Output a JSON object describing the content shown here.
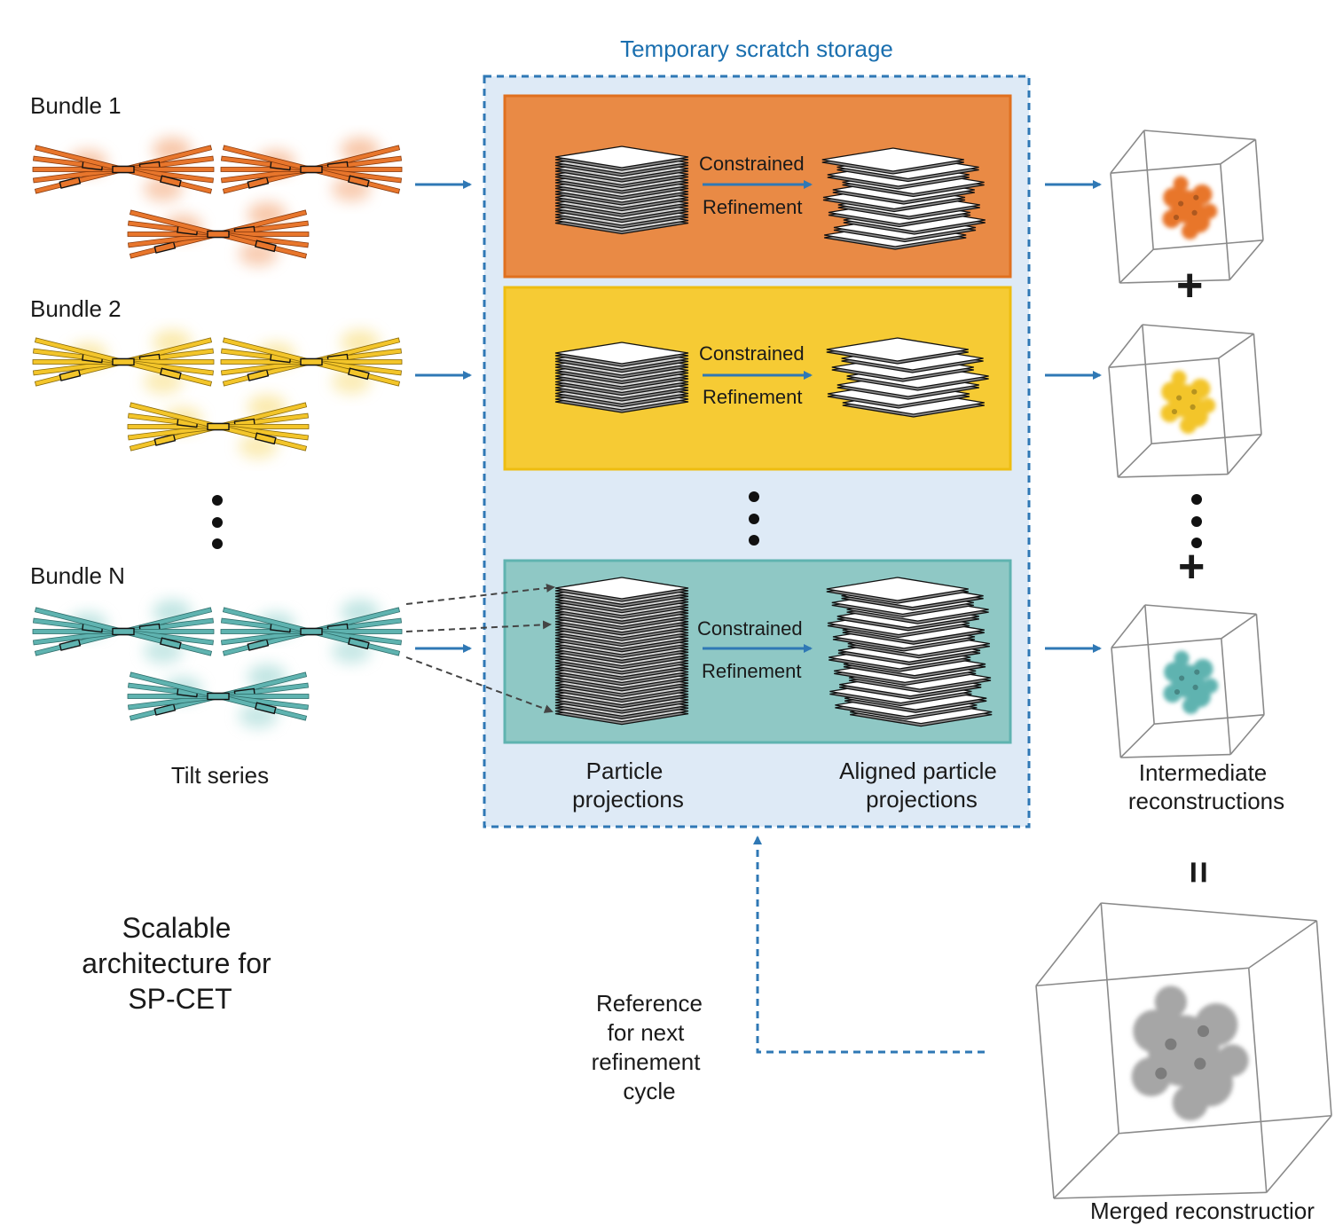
{
  "scratch_title": "Temporary scratch storage",
  "bundles": [
    {
      "label": "Bundle 1",
      "color": "#e8762c",
      "dark": "#8a3a0c",
      "glow": "#f29a63"
    },
    {
      "label": "Bundle 2",
      "color": "#f3c52a",
      "dark": "#8a6a08",
      "glow": "#f7d96b"
    },
    {
      "label": "Bundle N",
      "color": "#5fb3b0",
      "dark": "#2e6e6b",
      "glow": "#8fd0cc"
    }
  ],
  "panels": [
    {
      "fill": "#e98a45",
      "border": "#e0701f",
      "step_top": "Constrained",
      "step_bottom": "Refinement"
    },
    {
      "fill": "#f6cb34",
      "border": "#eebd10",
      "step_top": "Constrained",
      "step_bottom": "Refinement"
    },
    {
      "fill": "#8fc8c5",
      "border": "#5fb3b0",
      "step_top": "Constrained",
      "step_bottom": "Refinement"
    }
  ],
  "labels": {
    "tilt_series": "Tilt series",
    "particle_projections": [
      "Particle",
      "projections"
    ],
    "aligned_projections": [
      "Aligned particle",
      "projections"
    ],
    "intermediate": [
      "Intermediate",
      "reconstructions"
    ],
    "caption": [
      "Scalable",
      "architecture for",
      "SP-CET"
    ],
    "reference": [
      "Reference",
      "for next",
      "refinement",
      "cycle"
    ],
    "merged": "Merged reconstructior"
  },
  "symbols": {
    "plus": "+",
    "equals": "="
  },
  "colors": {
    "arrow": "#2f78b5",
    "scratch_bg": "#deeaf6",
    "scratch_border": "#2f78b5",
    "density_merged": "#a6a6a6"
  }
}
